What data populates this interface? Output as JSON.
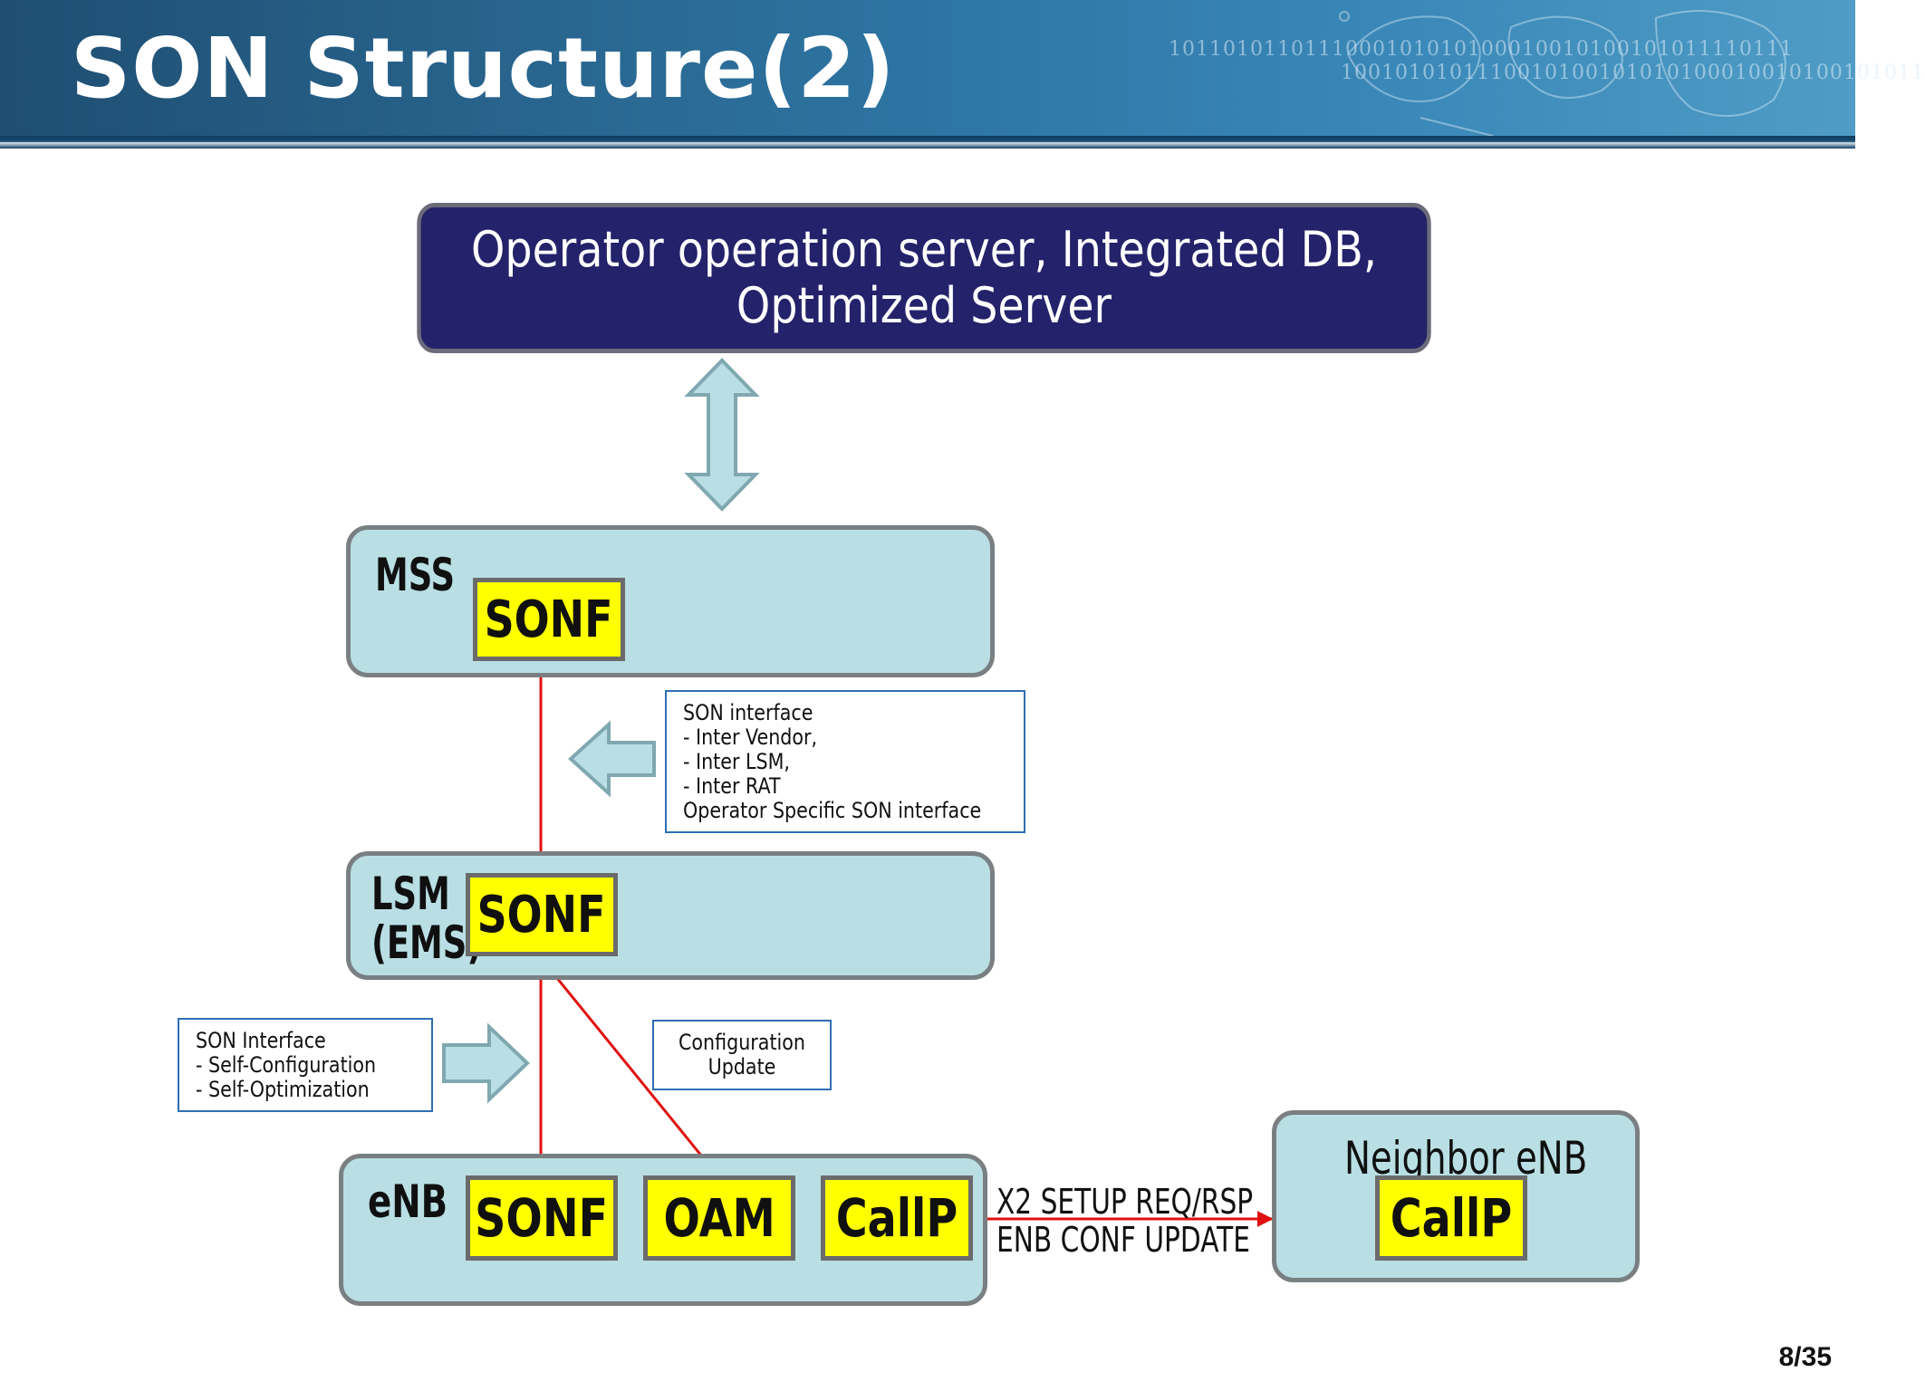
{
  "slide": {
    "title": "SON Structure(2)",
    "page_number": "8/35",
    "header_binary_line1": "1011010110111000101010100010010100101011110111",
    "header_binary_line2": "1001010101110010100101010100010010100101011",
    "colors": {
      "header_blue": "#2a6a94",
      "server_navy": "#24226a",
      "node_fill": "#b9dfe4",
      "chip_yellow": "#ffff00",
      "arrow_red": "#e01010",
      "note_border": "#2f6fb4"
    }
  },
  "diagram": {
    "top_server": {
      "line1": "Operator operation server, Integrated DB,",
      "line2": "Optimized Server"
    },
    "mss": {
      "label": "MSS",
      "chip": "SONF"
    },
    "lsm": {
      "label_line1": "LSM",
      "label_line2": "(EMS)",
      "chip": "SONF"
    },
    "enb": {
      "label": "eNB",
      "chips": [
        "SONF",
        "OAM",
        "CallP"
      ]
    },
    "neighbor_enb": {
      "label": "Neighbor eNB",
      "chip": "CallP"
    },
    "son_interface_note": {
      "lines": [
        "SON interface",
        "- Inter Vendor,",
        "- Inter LSM,",
        "- Inter RAT",
        "Operator Specific SON  interface"
      ]
    },
    "son_interface_note2": {
      "lines": [
        "SON Interface",
        "- Self-Configuration",
        "- Self-Optimization"
      ]
    },
    "config_update_note": {
      "lines": [
        "Configuration",
        "Update"
      ]
    },
    "x2_messages": {
      "line1": "X2 SETUP REQ/RSP",
      "line2": "ENB CONF UPDATE"
    }
  }
}
